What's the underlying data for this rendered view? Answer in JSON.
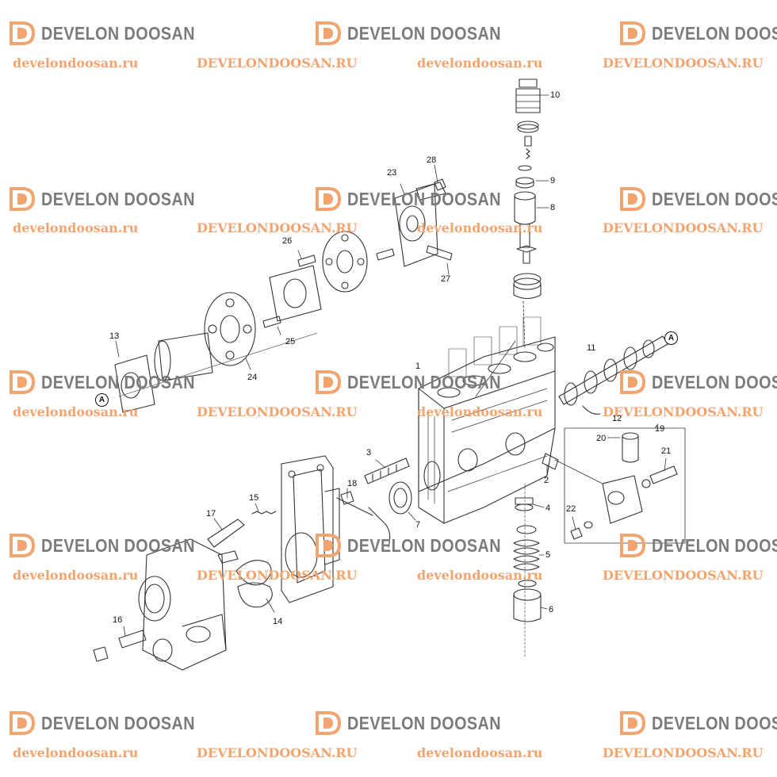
{
  "watermark": {
    "logo_text": "DEVELON DOOSAN",
    "url_lower": "develondoosan.ru",
    "url_upper": "DEVELONDOOSAN.RU",
    "logo_color": "#7b7b7b",
    "mark_color": "#f0a46f",
    "url_color": "#f0a46f"
  },
  "callouts": [
    "1",
    "2",
    "3",
    "4",
    "5",
    "6",
    "7",
    "8",
    "9",
    "10",
    "11",
    "12",
    "13",
    "14",
    "15",
    "16",
    "17",
    "18",
    "19",
    "20",
    "21",
    "22",
    "23",
    "24",
    "25",
    "26",
    "27",
    "28"
  ],
  "reference_label": "A"
}
